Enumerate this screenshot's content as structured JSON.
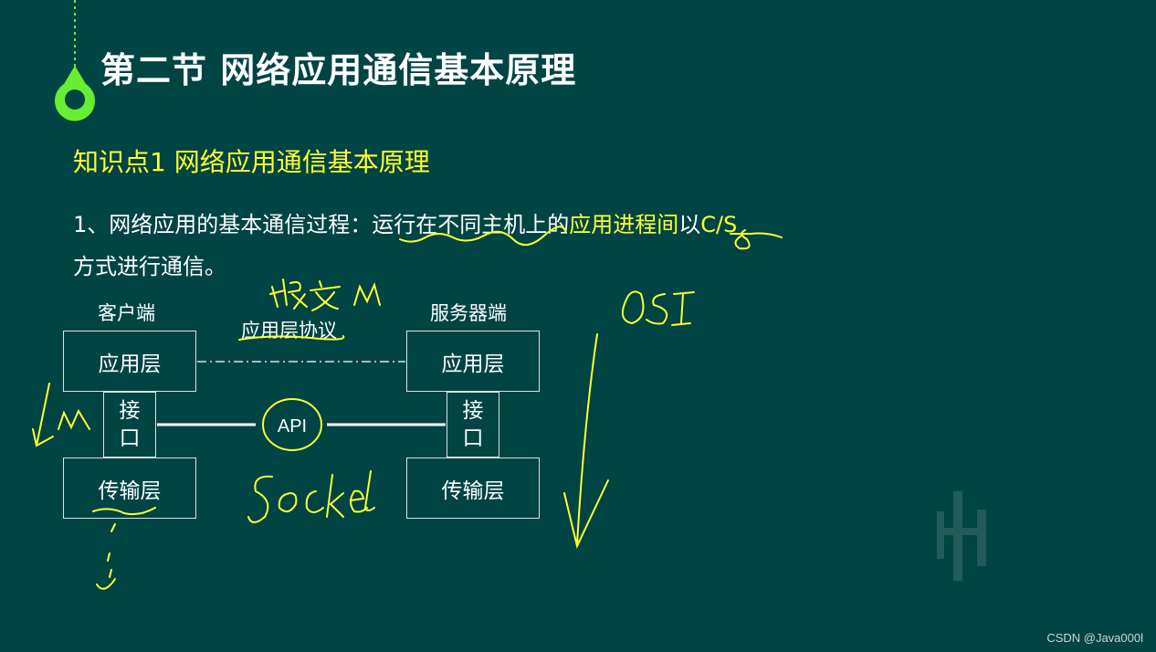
{
  "title": "第二节  网络应用通信基本原理",
  "subtitle": "知识点1  网络应用通信基本原理",
  "body": {
    "line1_prefix": "1、网络应用的基本通信过程：",
    "line1_part2": "运行在不同主机上的",
    "line1_highlight": "应用进程间",
    "line1_part3": "以",
    "line1_cs": "C/S",
    "line2": "方式进行通信。"
  },
  "diagram": {
    "client_label": "客户端",
    "server_label": "服务器端",
    "protocol_label": "应用层协议",
    "client_app": "应用层",
    "server_app": "应用层",
    "client_iface_1": "接",
    "client_iface_2": "口",
    "server_iface_1": "接",
    "server_iface_2": "口",
    "api_label": "API",
    "client_transport": "传输层",
    "server_transport": "传输层"
  },
  "annotations": {
    "message": "报文 M",
    "left_m": "M",
    "socket": "Socket",
    "osi": "OSI",
    "cs_note": "8"
  },
  "watermark": "CSDN @Java000l",
  "colors": {
    "background": "#004444",
    "accent_green": "#66ee33",
    "highlight_yellow": "#ffff33",
    "text_white": "#ffffff"
  }
}
